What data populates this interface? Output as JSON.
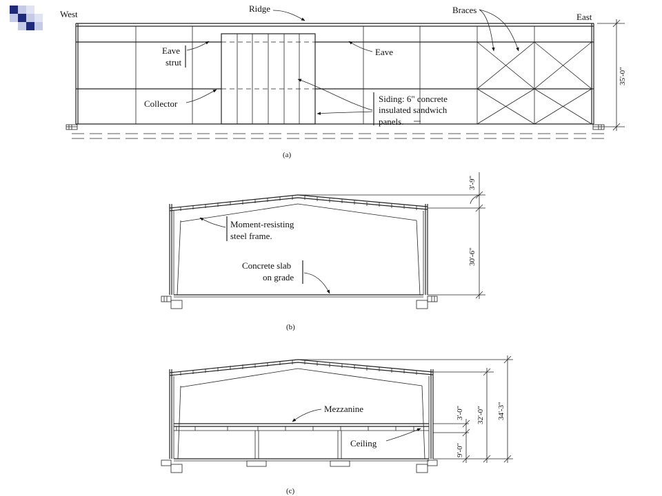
{
  "slide_icon": {
    "name": "checker-logo",
    "colors": {
      "light": "#c5cbe6",
      "dark": "#1f2a7a"
    }
  },
  "panel_a": {
    "caption": "(a)",
    "labels": {
      "west": "West",
      "east": "East",
      "ridge": "Ridge",
      "braces": "Braces",
      "eave_strut_1": "Eave",
      "eave_strut_2": "strut",
      "eave": "Eave",
      "collector": "Collector",
      "siding_1": "Siding: 6\" concrete",
      "siding_2": "insulated sandwich",
      "siding_3": "panels."
    },
    "dims": {
      "height": "35'-0\""
    }
  },
  "panel_b": {
    "caption": "(b)",
    "labels": {
      "frame_1": "Moment-resisting",
      "frame_2": "steel frame.",
      "slab_1": "Concrete slab",
      "slab_2": "on grade"
    },
    "dims": {
      "rise": "3'-9\"",
      "height": "30'-6\""
    }
  },
  "panel_c": {
    "caption": "(c)",
    "labels": {
      "mezzanine": "Mezzanine",
      "ceiling": "Ceiling"
    },
    "dims": {
      "d1": "3'-0\"",
      "d2": "9'-0\"",
      "d3": "32'-0\"",
      "d4": "34'-3\""
    }
  }
}
